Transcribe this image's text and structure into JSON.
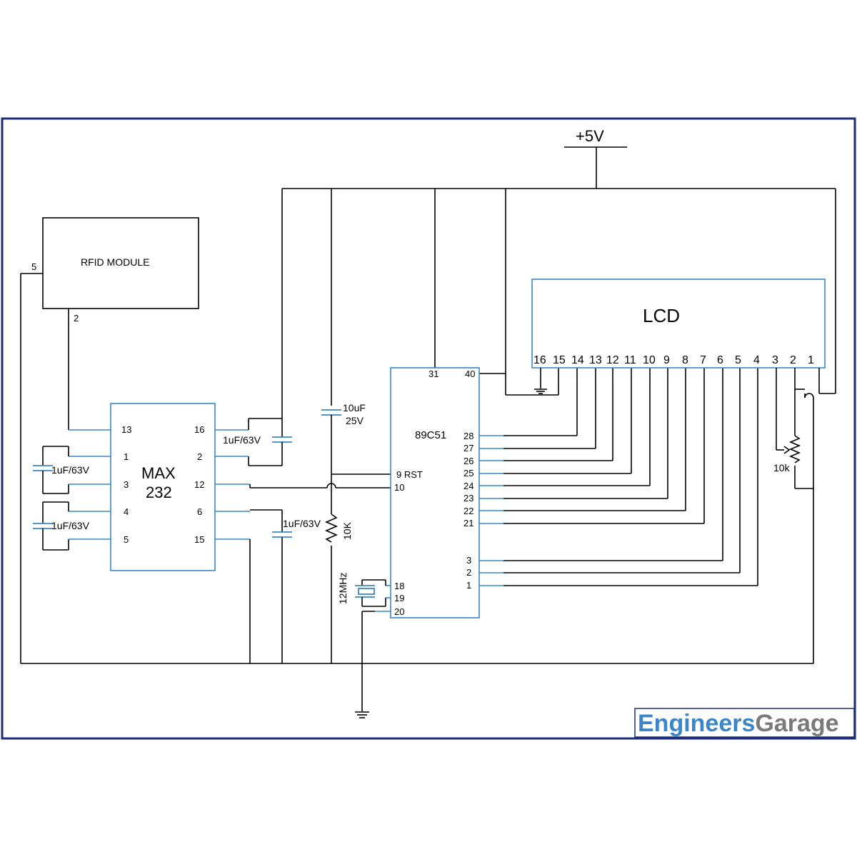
{
  "supply": {
    "label": "+5V"
  },
  "rfid": {
    "title": "RFID MODULE",
    "pin_5": "5",
    "pin_2": "2"
  },
  "max232": {
    "name_line1": "MAX",
    "name_line2": "232",
    "left_pins": [
      "13",
      "1",
      "3",
      "4",
      "5"
    ],
    "right_pins": [
      "16",
      "2",
      "12",
      "6",
      "15"
    ]
  },
  "mcu": {
    "name": "89C51",
    "top_pins": [
      "31",
      "40"
    ],
    "left_pins": [
      "9 RST",
      "10",
      "18",
      "19",
      "20"
    ],
    "port_pins": [
      "28",
      "27",
      "26",
      "25",
      "24",
      "23",
      "22",
      "21"
    ],
    "ctrl_pins": [
      "3",
      "2",
      "1"
    ]
  },
  "lcd": {
    "title": "LCD",
    "pins": [
      "16",
      "15",
      "14",
      "13",
      "12",
      "11",
      "10",
      "9",
      "8",
      "7",
      "6",
      "5",
      "4",
      "3",
      "2",
      "1"
    ]
  },
  "components": {
    "cap_max_1": "1uF/63V",
    "cap_max_2": "1uF/63V",
    "cap_max_16": "1uF/63V",
    "cap_max_6": "1uF/63V",
    "cap_reset_value": "10uF",
    "cap_reset_voltage": "25V",
    "resistor_reset": "10K",
    "crystal": "12MHz",
    "pot": "10k"
  },
  "brand": {
    "part1": "Engineers",
    "part2": "Garage"
  }
}
